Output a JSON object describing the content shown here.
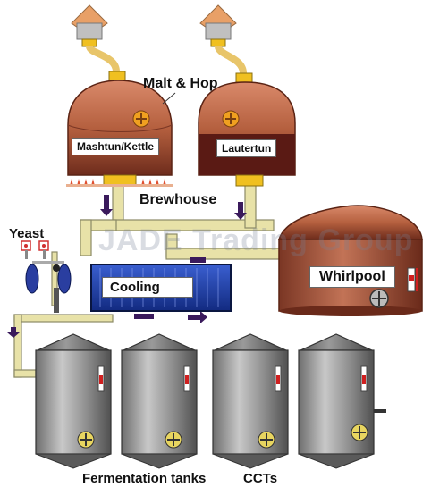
{
  "labels": {
    "malt_hop": "Malt & Hop",
    "mashtun_kettle": "Mashtun/Kettle",
    "lautertun": "Lautertun",
    "brewhouse": "Brewhouse",
    "yeast": "Yeast",
    "cooling": "Cooling",
    "whirlpool": "Whirlpool",
    "fermentation_tanks": "Fermentation tanks",
    "ccts": "CCTs"
  },
  "watermark": "JADE Trading Group",
  "colors": {
    "vessel_copper": "#b5603f",
    "pipe_yellow": "#e8e2a8",
    "pipe_outline": "#8c8a66",
    "hopper_orange": "#e8a067",
    "valve_yellow": "#f0c020",
    "cooler_blue": "#1d3ea3",
    "tank_gray": "#8e8e8e",
    "flow_arrow": "#3a1a5c",
    "flame_red": "#e05030"
  }
}
